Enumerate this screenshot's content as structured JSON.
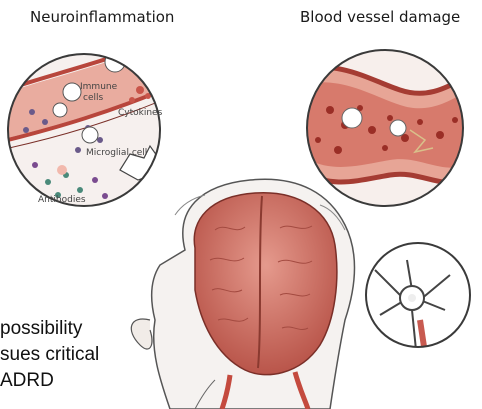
{
  "titles": {
    "left": "Neuroinflammation",
    "right": "Blood vessel damage"
  },
  "labels": {
    "immune": "Immune",
    "cells": "cells",
    "cytokines": "Cytokines",
    "microglial": "Microglial cell",
    "antibodies": "Antibodies"
  },
  "side_text": {
    "line1": "possibility",
    "line2": "sues critical",
    "line3": "ADRD"
  },
  "colors": {
    "vessel": "#c8574e",
    "vessel_light": "#e9a89c",
    "brain": "#d9877b",
    "cell_border": "#3a3a3a"
  }
}
